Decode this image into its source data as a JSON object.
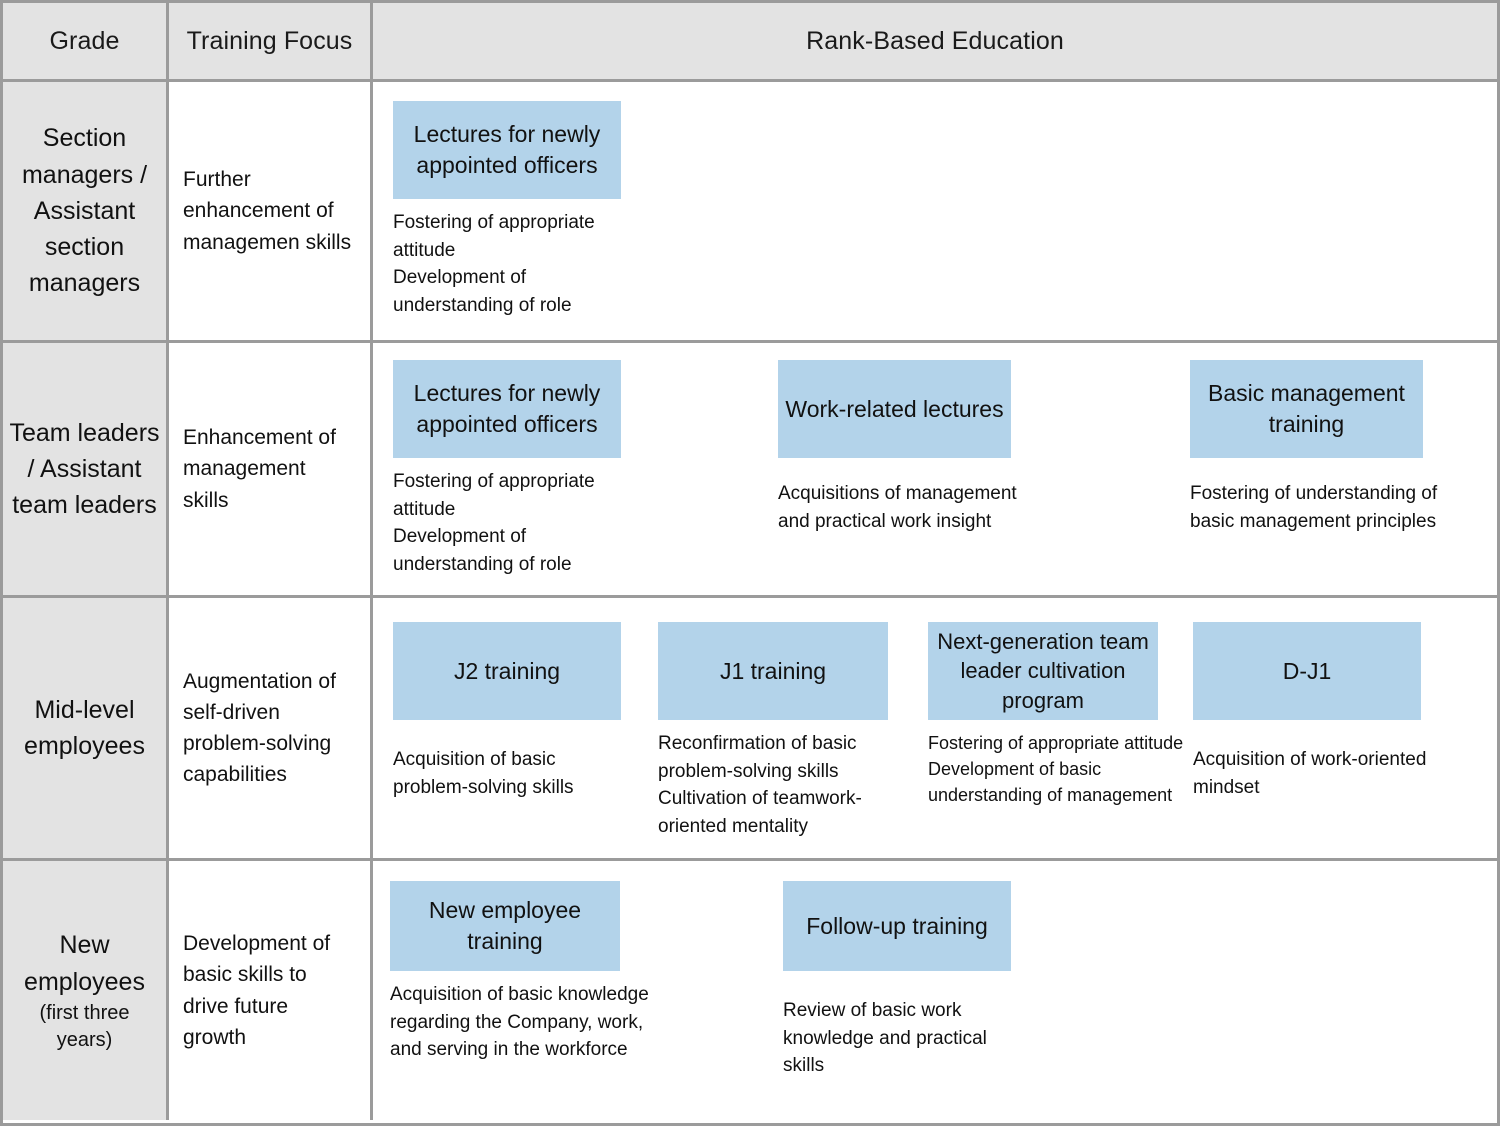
{
  "table": {
    "headers": {
      "grade": "Grade",
      "training_focus": "Training Focus",
      "rank_based_education": "Rank-Based Education"
    },
    "colors": {
      "header_background": "#e3e3e3",
      "grade_column_background": "#e3e3e3",
      "program_box": "#b3d3ea",
      "border": "#9b9b9b",
      "text": "#111111"
    },
    "rows": [
      {
        "grade": "Section managers / Assistant section managers",
        "grade_sub": "",
        "training_focus": "Further enhancement of managemen skills",
        "programs": [
          {
            "title": "Lectures for newly appointed officers",
            "description": "Fostering of appropriate attitude\nDevelopment of understanding of role"
          }
        ]
      },
      {
        "grade": "Team leaders / Assistant team leaders",
        "grade_sub": "",
        "training_focus": "Enhancement of management skills",
        "programs": [
          {
            "title": "Lectures for newly appointed officers",
            "description": "Fostering of appropriate attitude\nDevelopment of understanding of role"
          },
          {
            "title": "Work-related lectures",
            "description": "Acquisitions of management and practical work insight"
          },
          {
            "title": "Basic management training",
            "description": "Fostering of understanding of basic management principles"
          }
        ]
      },
      {
        "grade": "Mid-level employees",
        "grade_sub": "",
        "training_focus": "Augmentation of self-driven problem-solving capabilities",
        "programs": [
          {
            "title": "J2 training",
            "description": "Acquisition of basic problem-solving skills"
          },
          {
            "title": "J1 training",
            "description": "Reconfirmation of basic problem-solving skills\nCultivation of teamwork-oriented mentality"
          },
          {
            "title": "Next-generation team leader cultivation program",
            "description": "Fostering of appropriate attitude\nDevelopment of basic understanding of management"
          },
          {
            "title": "D-J1",
            "description": "Acquisition of work-oriented mindset"
          }
        ]
      },
      {
        "grade": "New employees",
        "grade_sub": "(first three years)",
        "training_focus": "Development of basic skills to drive future growth",
        "programs": [
          {
            "title": "New employee training",
            "description": "Acquisition of basic knowledge regarding the Company, work, and serving in the workforce"
          },
          {
            "title": "Follow-up training",
            "description": "Review of basic work knowledge and practical skills"
          }
        ]
      }
    ]
  }
}
